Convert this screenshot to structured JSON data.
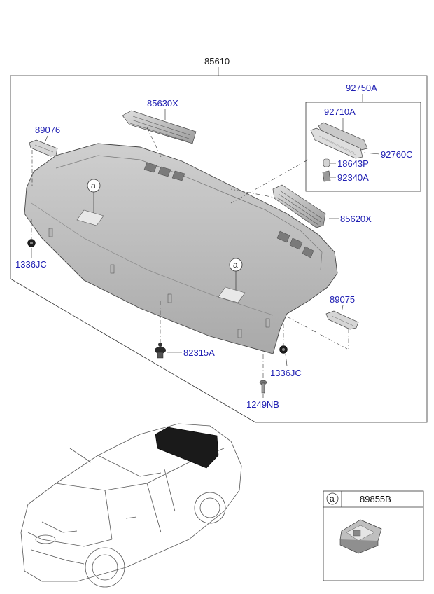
{
  "labels": {
    "main_assembly": "85610",
    "grille_left": "85630X",
    "grille_right": "85620X",
    "clip_left": "89076",
    "clip_right": "89075",
    "fastener_left": "1336JC",
    "fastener_right": "1336JC",
    "push_clip": "82315A",
    "screw": "1249NB",
    "lamp_assembly": "92750A",
    "lamp_lens": "92710A",
    "lamp_housing": "92760C",
    "bulb": "18643P",
    "socket": "92340A",
    "inset_part": "89855B"
  },
  "callouts": {
    "a1": "a",
    "a2": "a",
    "inset_key": "a"
  },
  "colors": {
    "label_blue": "#1f1fb3",
    "shelf_fill": "#bdbdbd",
    "shelf_top": "#c8c8c8",
    "car_shelf": "#1a1a1a"
  }
}
